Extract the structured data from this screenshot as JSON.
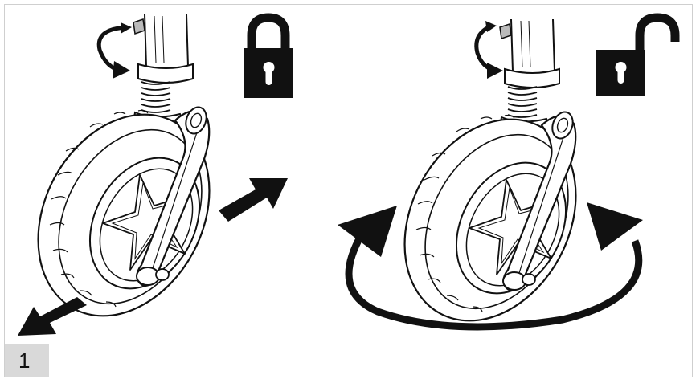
{
  "step": {
    "number": "1"
  },
  "panels": [
    {
      "state": "locked",
      "icon": "padlock-closed-icon",
      "motion": "straight-line-arrows-icon"
    },
    {
      "state": "unlocked",
      "icon": "padlock-open-icon",
      "motion": "circular-swivel-arrow-icon"
    }
  ],
  "colors": {
    "ink": "#111111",
    "badge": "#d9d9d9",
    "border": "#cfcfcf"
  }
}
